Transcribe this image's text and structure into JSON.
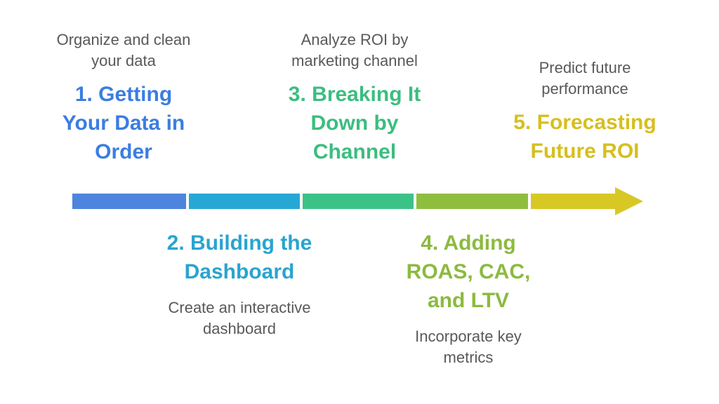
{
  "page": {
    "background": "#ffffff",
    "text_gray": "#595959"
  },
  "stages": [
    {
      "number": "1",
      "title": "1. Getting\nYour Data in\nOrder",
      "subtitle": "Organize and clean\nyour data",
      "title_color": "#3b7de2",
      "segment_color": "#4d84de",
      "label_position": "above"
    },
    {
      "number": "2",
      "title": "2. Building the\nDashboard",
      "subtitle": "Create an interactive\ndashboard",
      "title_color": "#29a4d0",
      "segment_color": "#27a8d4",
      "label_position": "below"
    },
    {
      "number": "3",
      "title": "3. Breaking It\nDown by\nChannel",
      "subtitle": "Analyze ROI by\nmarketing channel",
      "title_color": "#3cbd80",
      "segment_color": "#3cc287",
      "label_position": "above"
    },
    {
      "number": "4",
      "title": "4. Adding\nROAS, CAC,\nand LTV",
      "subtitle": "Incorporate key\nmetrics",
      "title_color": "#8cba3f",
      "segment_color": "#8fbe3f",
      "label_position": "below"
    },
    {
      "number": "5",
      "title": "5. Forecasting\nFuture ROI",
      "subtitle": "Predict future\nperformance",
      "title_color": "#d6bf1e",
      "segment_color": "#d8c826",
      "label_position": "above"
    }
  ],
  "arrow": {
    "direction": "right",
    "head_color": "#d8c826"
  }
}
